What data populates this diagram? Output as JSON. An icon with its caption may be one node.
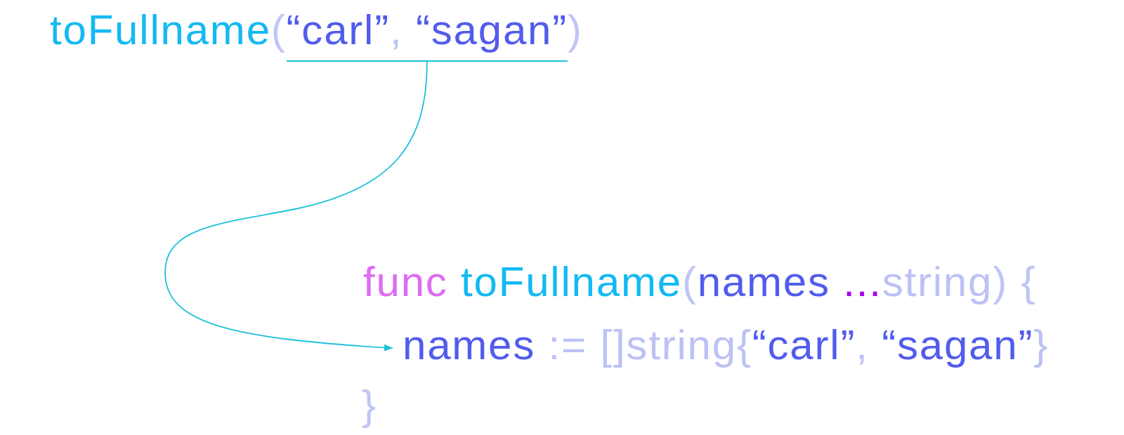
{
  "diagram": {
    "nodes": [
      {
        "text": [
          "toFullname(“carl”, “sagan”)"
        ]
      },
      {
        "text": [
          "names := []string{“carl”, “sagan”}"
        ]
      }
    ],
    "edges": [
      {
        "from": 0,
        "to": 1,
        "arrow": "to"
      }
    ],
    "labels": [
      "func toFullname(names ...string) {",
      "}"
    ]
  }
}
